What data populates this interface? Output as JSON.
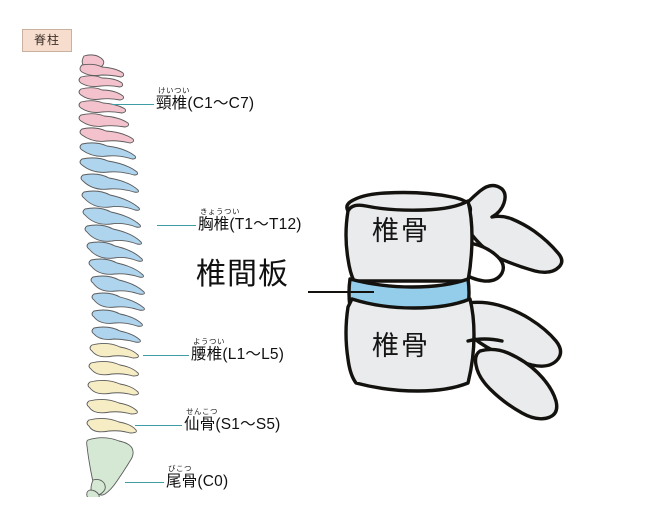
{
  "figure": {
    "title": "脊柱",
    "title_colors": {
      "fill": "#f7ddcd",
      "border": "#c9b09f"
    }
  },
  "spine_diagram": {
    "name": "lateral-spine-illustration",
    "leader_color": "#3f9ba4",
    "regions": [
      {
        "key": "cervical",
        "furigana": "けいつい",
        "label": "頸椎(C1〜C7)",
        "color": "#f4c2cd",
        "vertebra_count": 7,
        "range": "C1〜C7"
      },
      {
        "key": "thoracic",
        "furigana": "きょうつい",
        "label": "胸椎(T1〜T12)",
        "color": "#aed4ee",
        "vertebra_count": 12,
        "range": "T1〜T12"
      },
      {
        "key": "lumbar",
        "furigana": "ようつい",
        "label": "腰椎(L1〜L5)",
        "color": "#f7edc4",
        "vertebra_count": 5,
        "range": "L1〜L5"
      },
      {
        "key": "sacrum",
        "furigana": "せんこつ",
        "label": "仙骨(S1〜S5)",
        "color": "#d4e8d4",
        "vertebra_count": 5,
        "range": "S1〜S5"
      },
      {
        "key": "coccyx",
        "furigana": "びこつ",
        "label": "尾骨(C0)",
        "color": "#d4e8d4",
        "vertebra_count": 1,
        "range": "C0"
      }
    ]
  },
  "vertebra_diagram": {
    "name": "two-vertebrae-with-disc",
    "bone_fill": "#e9ebec",
    "bone_stroke": "#14120f",
    "disc_fill": "#93cdea",
    "disc_label": "椎間板",
    "disc_leader_color": "#14120f",
    "upper_vertebra_label": "椎骨",
    "lower_vertebra_label": "椎骨"
  }
}
